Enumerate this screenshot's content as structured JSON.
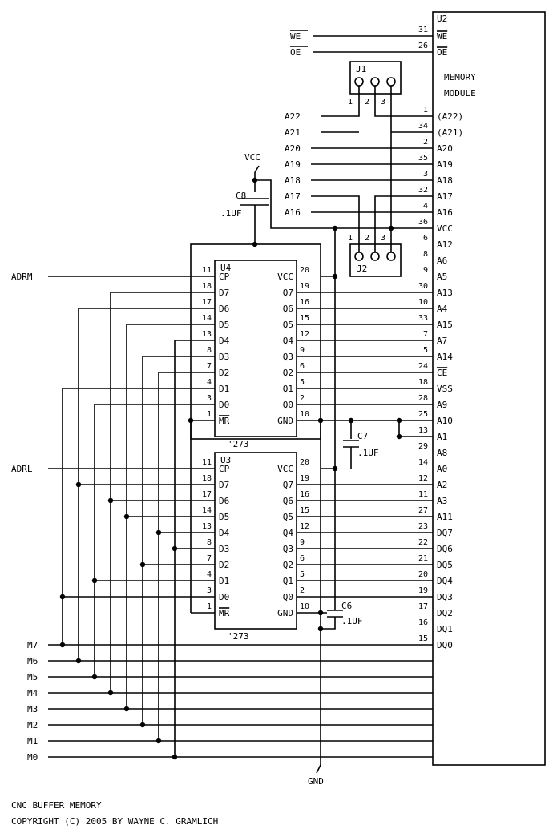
{
  "u2": {
    "ref": "U2",
    "name_line1": "MEMORY",
    "name_line2": "MODULE",
    "pins": [
      {
        "num": "31",
        "name": "WE",
        "bar": true
      },
      {
        "num": "26",
        "name": "OE",
        "bar": true
      },
      {
        "num": "1",
        "name": "(A22)",
        "bar": false
      },
      {
        "num": "34",
        "name": "(A21)",
        "bar": false
      },
      {
        "num": "2",
        "name": "A20",
        "bar": false
      },
      {
        "num": "35",
        "name": "A19",
        "bar": false
      },
      {
        "num": "3",
        "name": "A18",
        "bar": false
      },
      {
        "num": "32",
        "name": "A17",
        "bar": false
      },
      {
        "num": "4",
        "name": "A16",
        "bar": false
      },
      {
        "num": "36",
        "name": "VCC",
        "bar": false
      },
      {
        "num": "6",
        "name": "A12",
        "bar": false
      },
      {
        "num": "8",
        "name": "A6",
        "bar": false
      },
      {
        "num": "9",
        "name": "A5",
        "bar": false
      },
      {
        "num": "30",
        "name": "A13",
        "bar": false
      },
      {
        "num": "10",
        "name": "A4",
        "bar": false
      },
      {
        "num": "33",
        "name": "A15",
        "bar": false
      },
      {
        "num": "7",
        "name": "A7",
        "bar": false
      },
      {
        "num": "5",
        "name": "A14",
        "bar": false
      },
      {
        "num": "24",
        "name": "CE",
        "bar": true
      },
      {
        "num": "18",
        "name": "VSS",
        "bar": false
      },
      {
        "num": "28",
        "name": "A9",
        "bar": false
      },
      {
        "num": "25",
        "name": "A10",
        "bar": false
      },
      {
        "num": "13",
        "name": "A1",
        "bar": false
      },
      {
        "num": "29",
        "name": "A8",
        "bar": false
      },
      {
        "num": "14",
        "name": "A0",
        "bar": false
      },
      {
        "num": "12",
        "name": "A2",
        "bar": false
      },
      {
        "num": "11",
        "name": "A3",
        "bar": false
      },
      {
        "num": "27",
        "name": "A11",
        "bar": false
      },
      {
        "num": "23",
        "name": "DQ7",
        "bar": false
      },
      {
        "num": "22",
        "name": "DQ6",
        "bar": false
      },
      {
        "num": "21",
        "name": "DQ5",
        "bar": false
      },
      {
        "num": "20",
        "name": "DQ4",
        "bar": false
      },
      {
        "num": "19",
        "name": "DQ3",
        "bar": false
      },
      {
        "num": "17",
        "name": "DQ2",
        "bar": false
      },
      {
        "num": "16",
        "name": "DQ1",
        "bar": false
      },
      {
        "num": "15",
        "name": "DQ0",
        "bar": false
      }
    ]
  },
  "left_signals": {
    "we": "WE",
    "oe": "OE",
    "a22": "A22",
    "a21": "A21",
    "a20": "A20",
    "a19": "A19",
    "a18": "A18",
    "a17": "A17",
    "a16": "A16",
    "adrm": "ADRM",
    "adrl": "ADRL",
    "m": [
      "M7",
      "M6",
      "M5",
      "M4",
      "M3",
      "M2",
      "M1",
      "M0"
    ]
  },
  "j1": {
    "ref": "J1",
    "pins": [
      "1",
      "2",
      "3"
    ]
  },
  "j2": {
    "ref": "J2",
    "pins": [
      "1",
      "2",
      "3"
    ]
  },
  "vcc_label": "VCC",
  "gnd_label": "GND",
  "c8": {
    "ref": "C8",
    "value": ".1UF"
  },
  "c7": {
    "ref": "C7",
    "value": ".1UF"
  },
  "c6": {
    "ref": "C6",
    "value": ".1UF"
  },
  "u4": {
    "ref": "U4",
    "part": "'273",
    "left": [
      {
        "num": "11",
        "name": "CP",
        "bar": false
      },
      {
        "num": "18",
        "name": "D7",
        "bar": false
      },
      {
        "num": "17",
        "name": "D6",
        "bar": false
      },
      {
        "num": "14",
        "name": "D5",
        "bar": false
      },
      {
        "num": "13",
        "name": "D4",
        "bar": false
      },
      {
        "num": "8",
        "name": "D3",
        "bar": false
      },
      {
        "num": "7",
        "name": "D2",
        "bar": false
      },
      {
        "num": "4",
        "name": "D1",
        "bar": false
      },
      {
        "num": "3",
        "name": "D0",
        "bar": false
      },
      {
        "num": "1",
        "name": "MR",
        "bar": true
      }
    ],
    "right": [
      {
        "num": "20",
        "name": "VCC"
      },
      {
        "num": "19",
        "name": "Q7"
      },
      {
        "num": "16",
        "name": "Q6"
      },
      {
        "num": "15",
        "name": "Q5"
      },
      {
        "num": "12",
        "name": "Q4"
      },
      {
        "num": "9",
        "name": "Q3"
      },
      {
        "num": "6",
        "name": "Q2"
      },
      {
        "num": "5",
        "name": "Q1"
      },
      {
        "num": "2",
        "name": "Q0"
      },
      {
        "num": "10",
        "name": "GND"
      }
    ]
  },
  "u3": {
    "ref": "U3",
    "part": "'273",
    "left": [
      {
        "num": "11",
        "name": "CP",
        "bar": false
      },
      {
        "num": "18",
        "name": "D7",
        "bar": false
      },
      {
        "num": "17",
        "name": "D6",
        "bar": false
      },
      {
        "num": "14",
        "name": "D5",
        "bar": false
      },
      {
        "num": "13",
        "name": "D4",
        "bar": false
      },
      {
        "num": "8",
        "name": "D3",
        "bar": false
      },
      {
        "num": "7",
        "name": "D2",
        "bar": false
      },
      {
        "num": "4",
        "name": "D1",
        "bar": false
      },
      {
        "num": "3",
        "name": "D0",
        "bar": false
      },
      {
        "num": "1",
        "name": "MR",
        "bar": true
      }
    ],
    "right": [
      {
        "num": "20",
        "name": "VCC"
      },
      {
        "num": "19",
        "name": "Q7"
      },
      {
        "num": "16",
        "name": "Q6"
      },
      {
        "num": "15",
        "name": "Q5"
      },
      {
        "num": "12",
        "name": "Q4"
      },
      {
        "num": "9",
        "name": "Q3"
      },
      {
        "num": "6",
        "name": "Q2"
      },
      {
        "num": "5",
        "name": "Q1"
      },
      {
        "num": "2",
        "name": "Q0"
      },
      {
        "num": "10",
        "name": "GND"
      }
    ]
  },
  "footer": {
    "line1": "CNC BUFFER MEMORY",
    "line2": "COPYRIGHT (C) 2005 BY WAYNE C. GRAMLICH"
  }
}
